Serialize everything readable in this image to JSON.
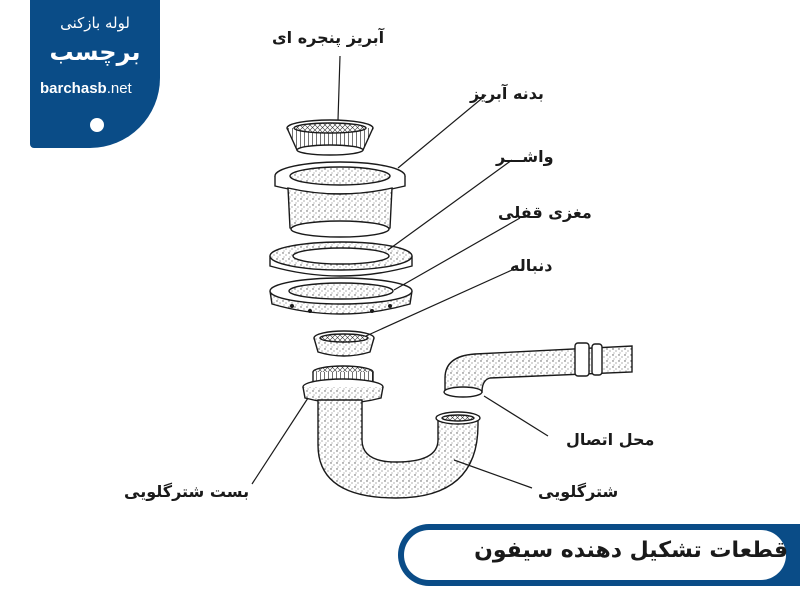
{
  "brand": {
    "name_line1": "لوله بازکنی",
    "name_line2": "برچسب",
    "domain_main": "barchasb",
    "domain_tld": ".net",
    "color": "#0a4c87"
  },
  "parts": {
    "strainer_basket": "آبریز پنجره ای",
    "strainer_body": "بدنه آبریز",
    "washer": "واشـــر",
    "lock_nut": "مغزی قفلی",
    "tailpiece": "دنباله",
    "connection_point": "محل اتصال",
    "trap_bend": "شترگلویی",
    "trap_clamp": "بست شترگلویی"
  },
  "title": "قطعات تشکیل دهنده سیفون"
}
